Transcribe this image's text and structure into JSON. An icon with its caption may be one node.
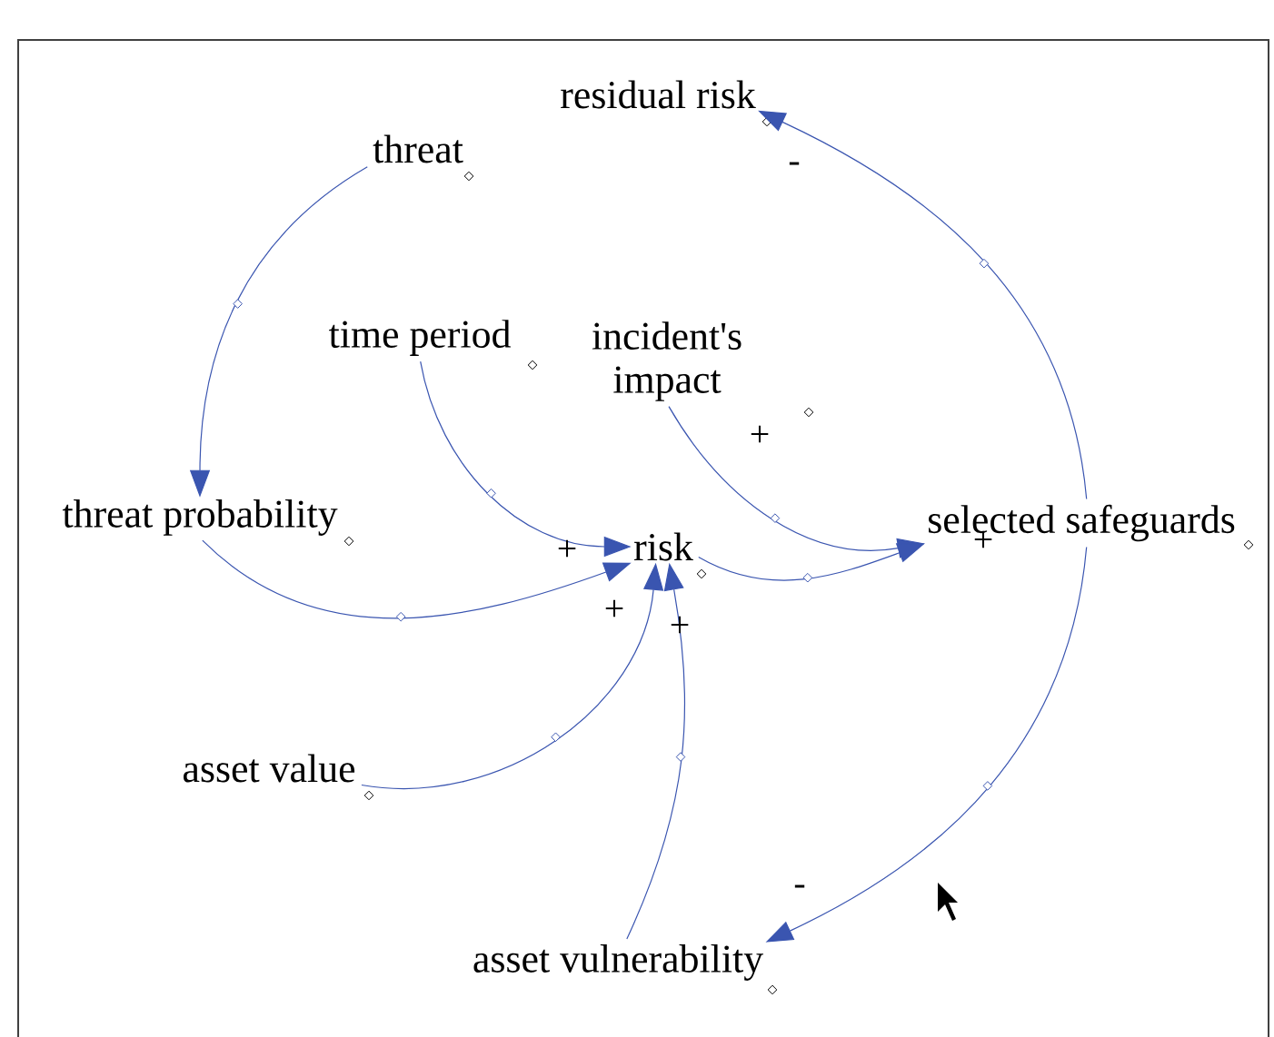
{
  "diagram": {
    "nodes": [
      {
        "text": [
          "residual risk"
        ]
      },
      {
        "text": [
          "threat"
        ]
      },
      {
        "text": [
          "time period"
        ]
      },
      {
        "text": [
          "incident's impact"
        ]
      },
      {
        "text": [
          "threat probability"
        ]
      },
      {
        "text": [
          "risk"
        ]
      },
      {
        "text": [
          "selected safeguards"
        ]
      },
      {
        "text": [
          "asset value"
        ]
      },
      {
        "text": [
          "asset vulnerability"
        ]
      }
    ],
    "edges": [
      {
        "from": 1,
        "to": 4,
        "arrow": "to"
      },
      {
        "from": 2,
        "to": 5,
        "arrow": "to",
        "label": "+"
      },
      {
        "from": 3,
        "to": 6,
        "arrow": "to",
        "label": "+"
      },
      {
        "from": 4,
        "to": 5,
        "arrow": "to",
        "label": "+"
      },
      {
        "from": 7,
        "to": 5,
        "arrow": "to",
        "label": "+"
      },
      {
        "from": 8,
        "to": 5,
        "arrow": "to"
      },
      {
        "from": 5,
        "to": 6,
        "arrow": "to",
        "label": "+"
      },
      {
        "from": 6,
        "to": 0,
        "arrow": "to",
        "label": "-"
      },
      {
        "from": 6,
        "to": 8,
        "arrow": "to",
        "label": "-"
      }
    ]
  }
}
